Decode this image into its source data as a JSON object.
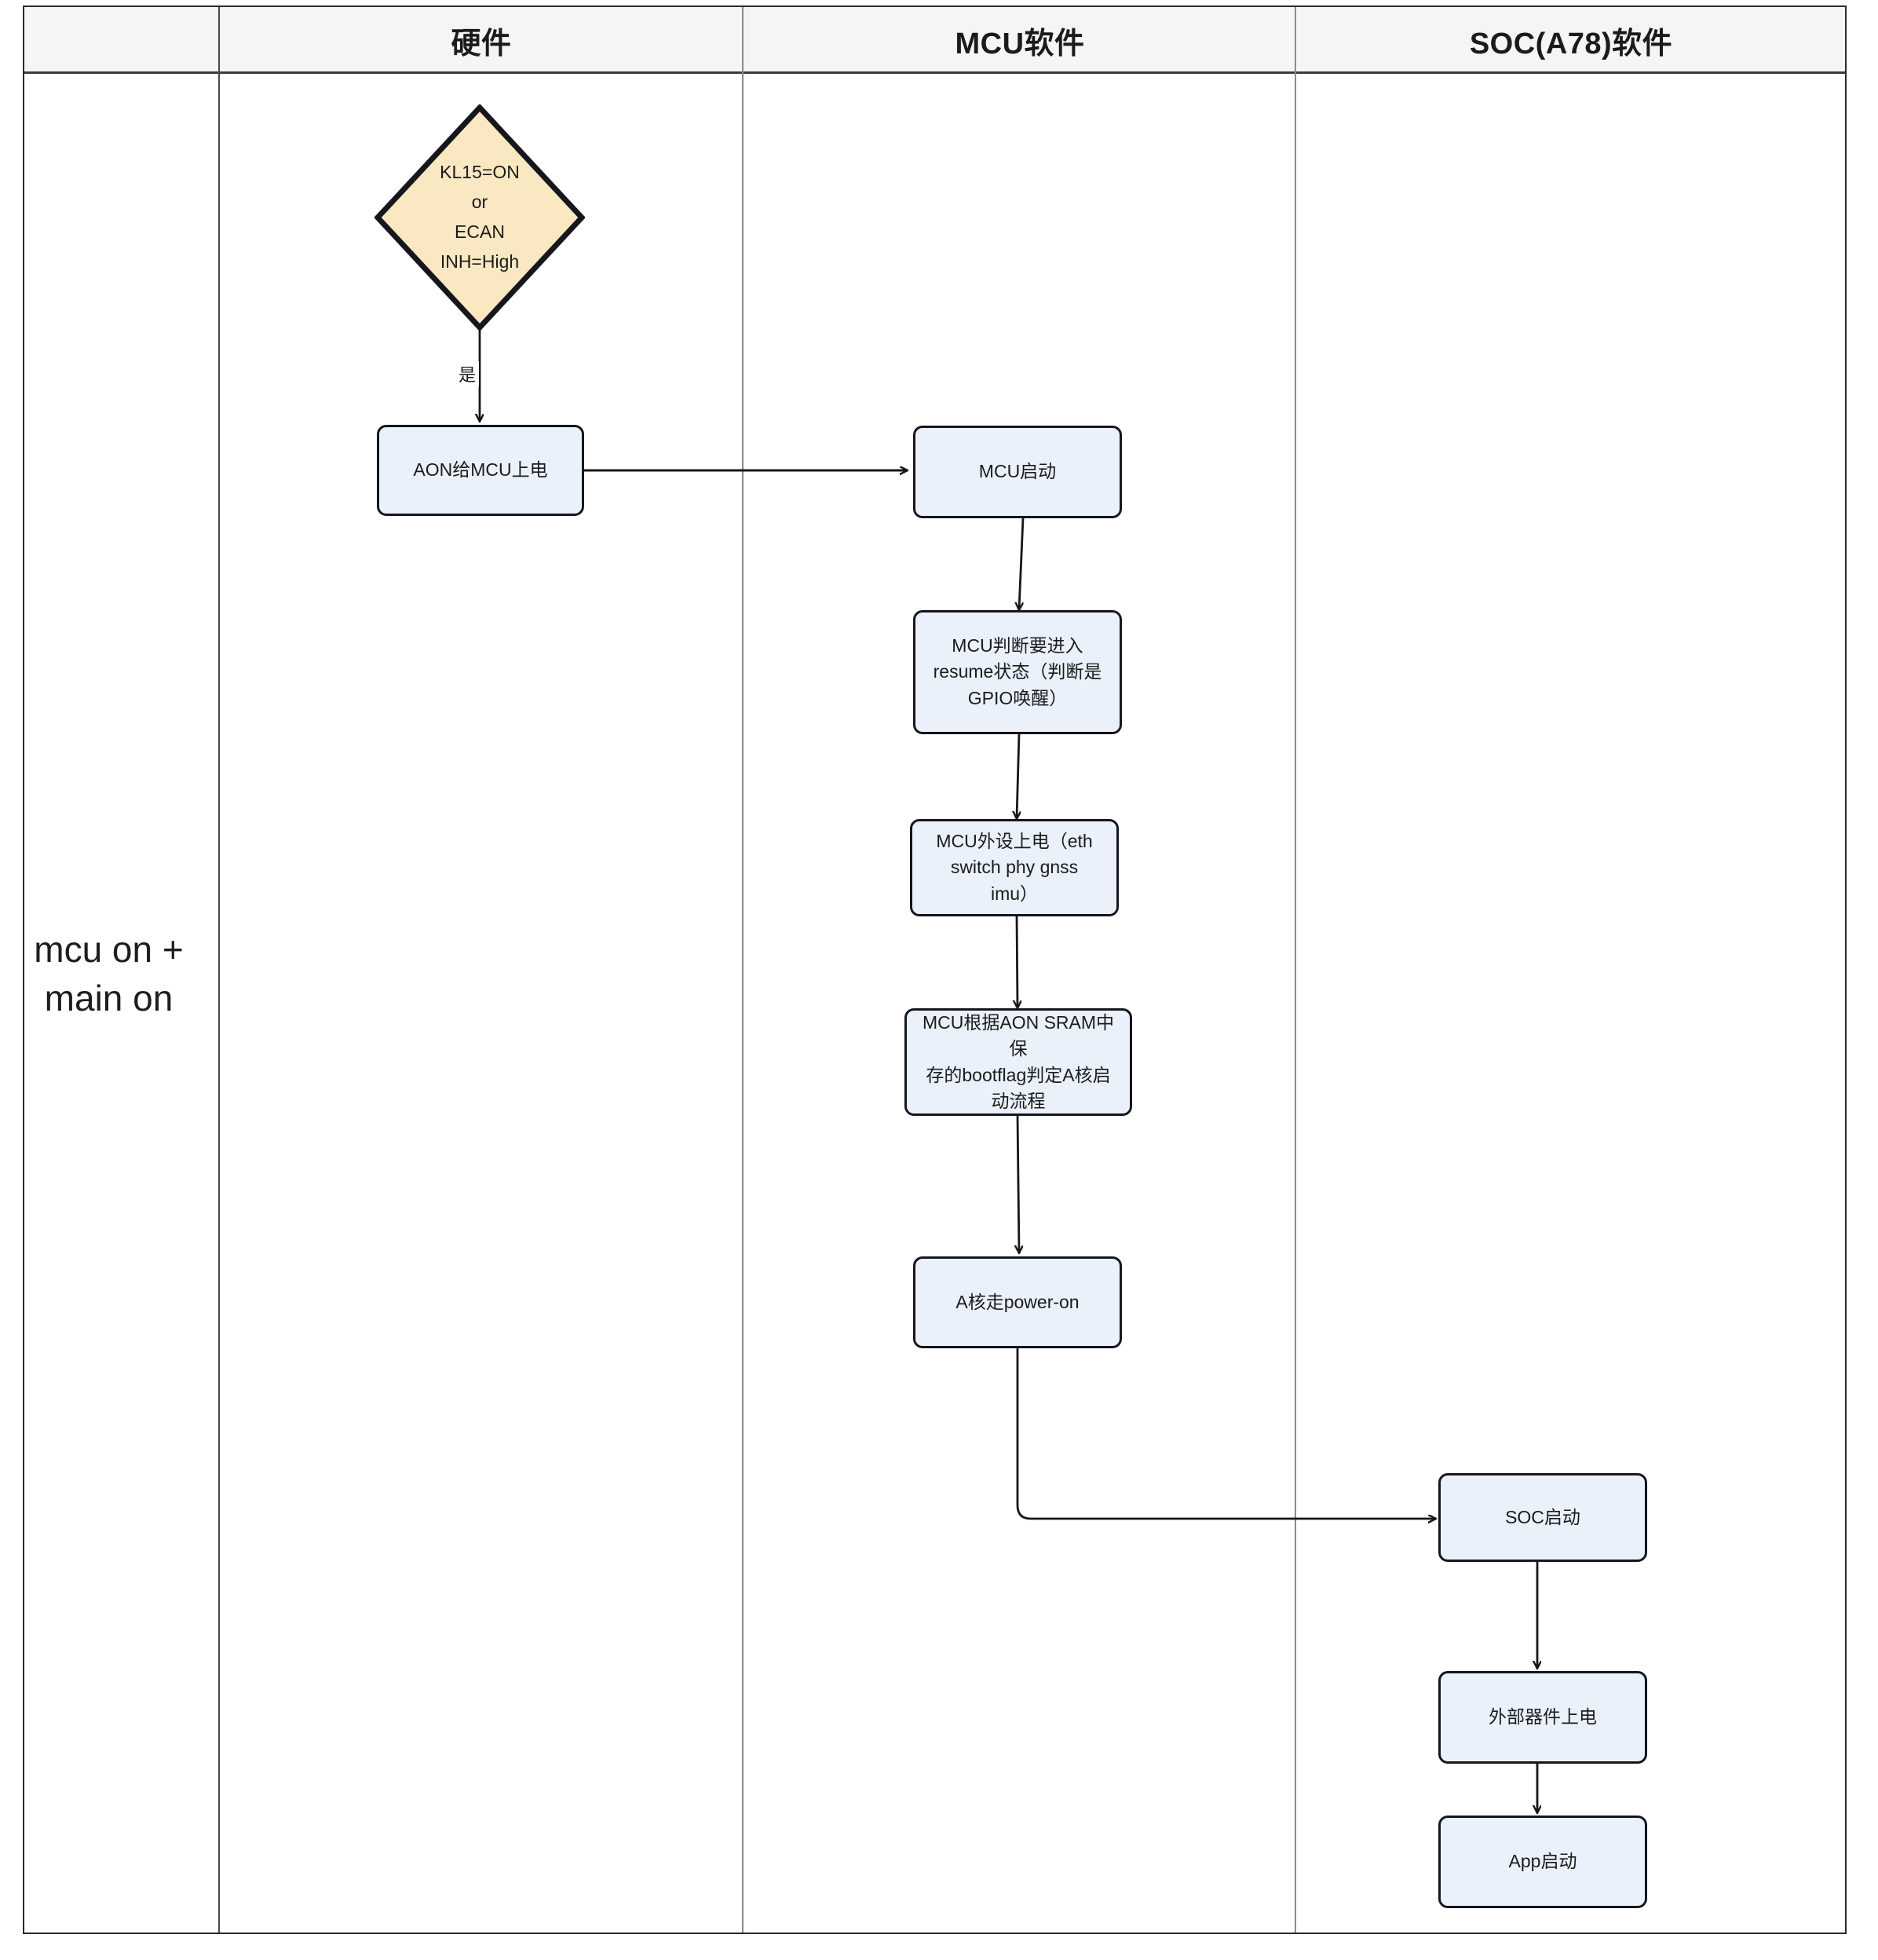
{
  "diagram": {
    "type": "swimlane-flowchart",
    "title_row_label": "mcu on +\nmain on",
    "lanes": [
      {
        "id": "hardware",
        "label": "硬件"
      },
      {
        "id": "mcu",
        "label": "MCU软件"
      },
      {
        "id": "soc",
        "label": "SOC(A78)软件"
      }
    ],
    "colors": {
      "node_fill": "#eaf1fb",
      "node_border": "#16161d",
      "decision_fill": "#f9e8c2",
      "decision_border": "#16161d",
      "header_fill": "#f5f5f5",
      "table_border": "#2b2b2b",
      "connector": "#1b1b1b"
    },
    "nodes": {
      "decision_kl15": "KL15=ON\nor\nECAN\nINH=High",
      "aon_power_mcu": "AON给MCU上电",
      "mcu_start": "MCU启动",
      "mcu_resume_judge": "MCU判断要进入\nresume状态（判断是\nGPIO唤醒）",
      "mcu_peripheral_power": "MCU外设上电（eth\nswitch phy  gnss\nimu）",
      "mcu_bootflag": "MCU根据AON SRAM中保\n存的bootflag判定A核启\n动流程",
      "a_core_power_on": "A核走power-on",
      "soc_start": "SOC启动",
      "external_device_power": "外部器件上电",
      "app_start": "App启动"
    },
    "edges": [
      {
        "id": "e-decision-aon",
        "from": "decision_kl15",
        "to": "aon_power_mcu",
        "label": "是"
      },
      {
        "id": "e-aon-mcustart",
        "from": "aon_power_mcu",
        "to": "mcu_start",
        "label": ""
      },
      {
        "id": "e-mcustart-resume",
        "from": "mcu_start",
        "to": "mcu_resume_judge",
        "label": ""
      },
      {
        "id": "e-resume-peripheral",
        "from": "mcu_resume_judge",
        "to": "mcu_peripheral_power",
        "label": ""
      },
      {
        "id": "e-peripheral-bootflag",
        "from": "mcu_peripheral_power",
        "to": "mcu_bootflag",
        "label": ""
      },
      {
        "id": "e-bootflag-acore",
        "from": "mcu_bootflag",
        "to": "a_core_power_on",
        "label": ""
      },
      {
        "id": "e-acore-soc",
        "from": "a_core_power_on",
        "to": "soc_start",
        "label": ""
      },
      {
        "id": "e-soc-external",
        "from": "soc_start",
        "to": "external_device_power",
        "label": ""
      },
      {
        "id": "e-external-app",
        "from": "external_device_power",
        "to": "app_start",
        "label": ""
      }
    ]
  }
}
